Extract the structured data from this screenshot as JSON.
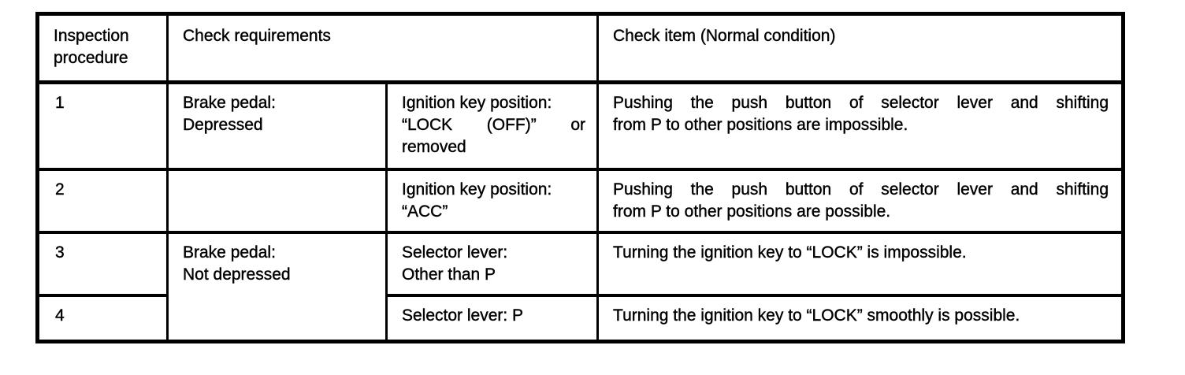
{
  "colors": {
    "background": "#ffffff",
    "border": "#000000",
    "text": "#000000"
  },
  "table": {
    "header": {
      "inspection_procedure": "Inspection procedure",
      "check_requirements": "Check requirements",
      "check_item": "Check item (Normal condition)"
    },
    "rows": [
      {
        "procedure": "1",
        "requirement": "Brake pedal:\nDepressed",
        "condition": {
          "line1": "Ignition key position:",
          "line2": "“LOCK (OFF)” or",
          "line3": "removed"
        },
        "check_item": {
          "line1": "Pushing the push button of selector lever and shifting",
          "line2": "from P to other positions are impossible."
        }
      },
      {
        "procedure": "2",
        "requirement": "",
        "condition": {
          "line1": "Ignition key position:",
          "line2": "“ACC”"
        },
        "check_item": {
          "line1": "Pushing the push button of selector lever and shifting",
          "line2": "from P to other positions are possible."
        }
      },
      {
        "procedure": "3",
        "requirement": "Brake pedal:\nNot depressed",
        "condition": {
          "line1": "Selector lever:",
          "line2": "Other than P"
        },
        "check_item": {
          "line1": "Turning the ignition key to “LOCK” is impossible."
        }
      },
      {
        "procedure": "4",
        "condition": {
          "line1": "Selector lever: P"
        },
        "check_item": {
          "line1": "Turning the ignition key to “LOCK” smoothly is possible."
        }
      }
    ]
  }
}
